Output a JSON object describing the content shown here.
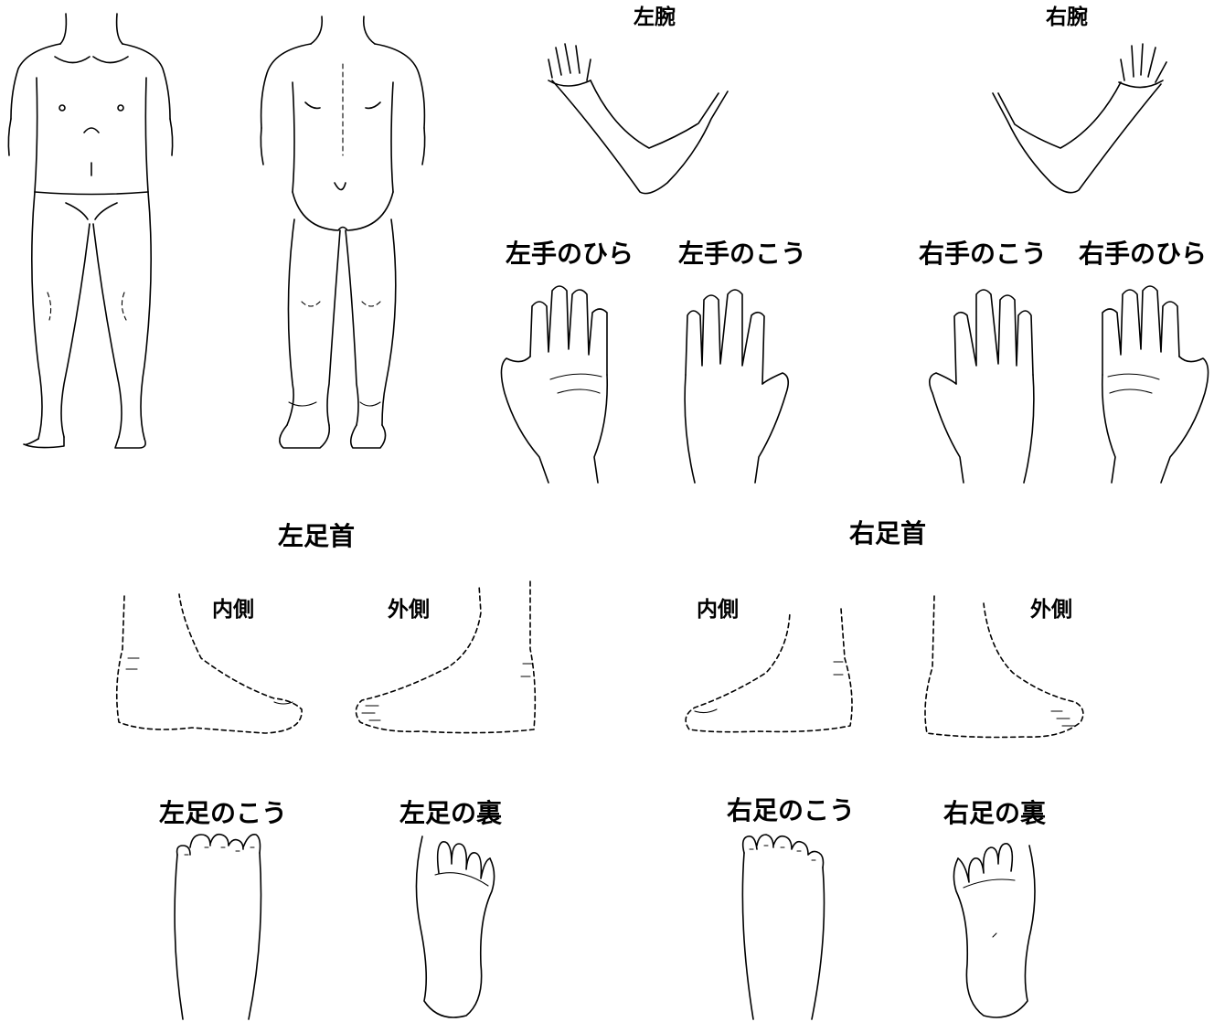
{
  "arms": {
    "left": "左腕",
    "right": "右腕"
  },
  "hands": {
    "left_palm": "左手のひら",
    "left_back": "左手のこう",
    "right_back": "右手のこう",
    "right_palm": "右手のひら"
  },
  "ankles": {
    "left_title": "左足首",
    "right_title": "右足首",
    "left_inner": "内側",
    "left_outer": "外側",
    "right_inner": "内側",
    "right_outer": "外側"
  },
  "feet": {
    "left_top": "左足のこう",
    "left_sole": "左足の裏",
    "right_top": "右足のこう",
    "right_sole": "右足の裏"
  }
}
